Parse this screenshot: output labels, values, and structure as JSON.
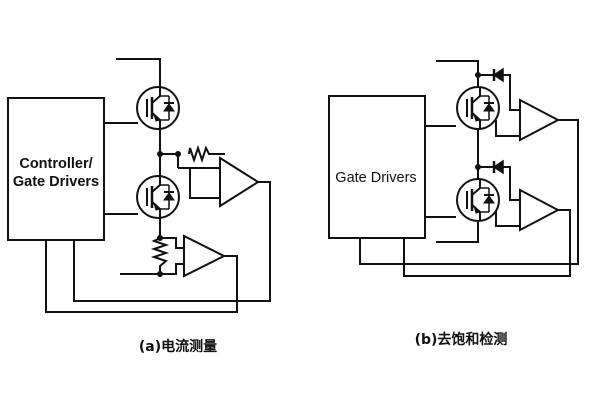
{
  "left_circuit": {
    "block_label_line1": "Controller/",
    "block_label_line2": "Gate Drivers",
    "caption": "(a)电流测量"
  },
  "right_circuit": {
    "block_label": "Gate Drivers",
    "caption": "(b)去饱和检测"
  },
  "colors": {
    "line": "#111111",
    "background": "#ffffff"
  }
}
